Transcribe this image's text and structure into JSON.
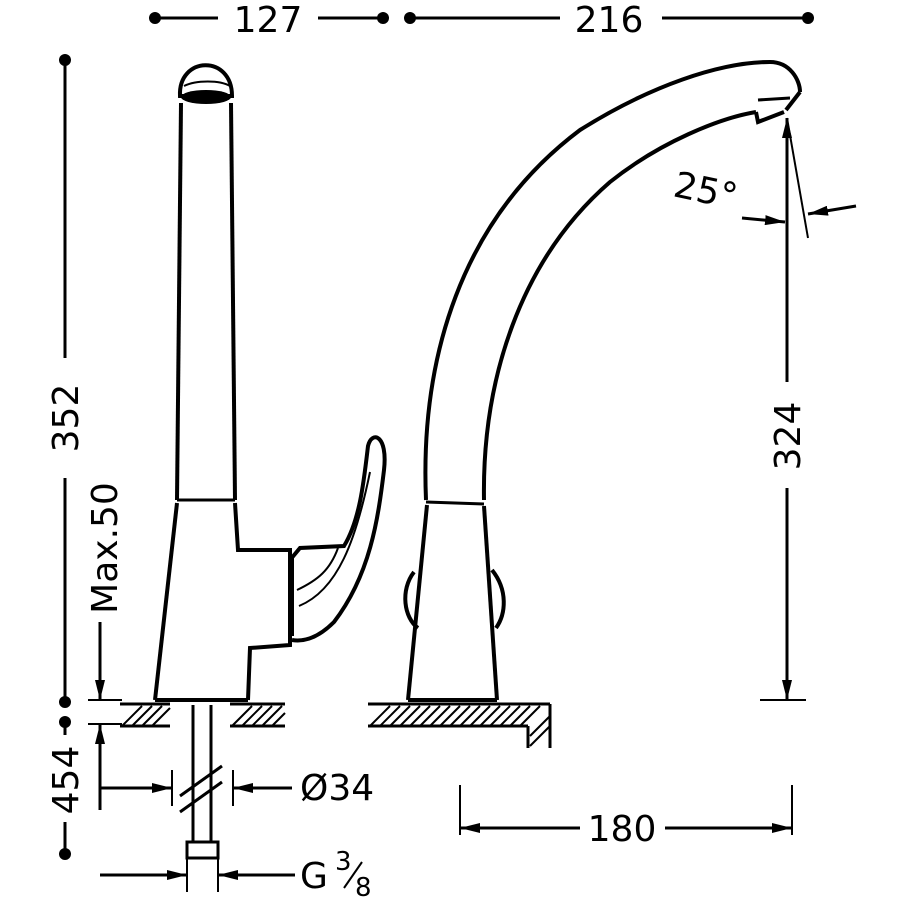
{
  "dimensions": {
    "top_left_width": "127",
    "top_right_width": "216",
    "total_height": "352",
    "max_thickness": "Max.50",
    "under_length": "454",
    "spout_height": "324",
    "spout_angle": "25°",
    "hose_diameter": "Ø34",
    "base_reach": "180",
    "thread": "G",
    "thread_fraction_num": "3",
    "thread_fraction_den": "8"
  }
}
